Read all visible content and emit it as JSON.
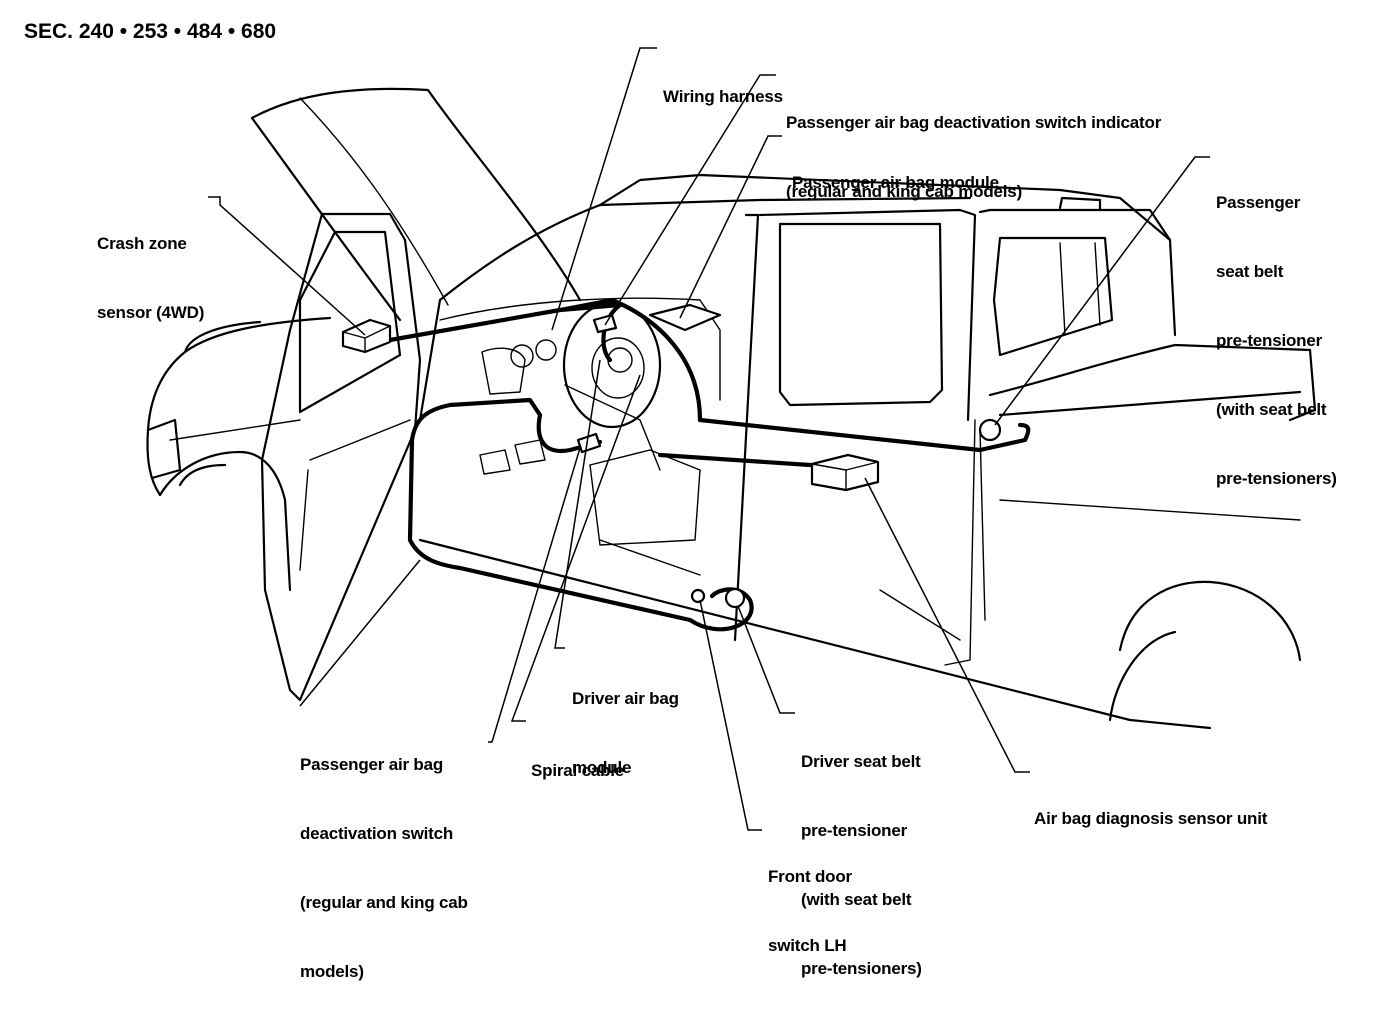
{
  "title": "SEC. 240 • 253 • 484 • 680",
  "labels": {
    "wiring_harness": [
      "Wiring harness"
    ],
    "pass_switch_indicator": [
      "Passenger air bag deactivation switch indicator",
      "(regular and king cab models)"
    ],
    "pass_airbag_module": [
      "Passenger air bag module"
    ],
    "pass_seatbelt": [
      "Passenger",
      "seat belt",
      "pre-tensioner",
      "(with seat belt",
      "pre-tensioners)"
    ],
    "crash_zone": [
      "Crash zone",
      "sensor (4WD)"
    ],
    "driver_airbag_module": [
      "Driver air bag",
      "module"
    ],
    "pass_switch": [
      "Passenger air bag",
      "deactivation switch",
      "(regular and king cab",
      "models)"
    ],
    "spiral_cable": [
      "Spiral cable"
    ],
    "driver_seatbelt": [
      "Driver seat belt",
      "pre-tensioner",
      "(with seat belt",
      "pre-tensioners)"
    ],
    "diagnosis_unit": [
      "Air bag diagnosis sensor unit"
    ],
    "front_door_switch": [
      "Front door",
      "switch LH"
    ]
  }
}
